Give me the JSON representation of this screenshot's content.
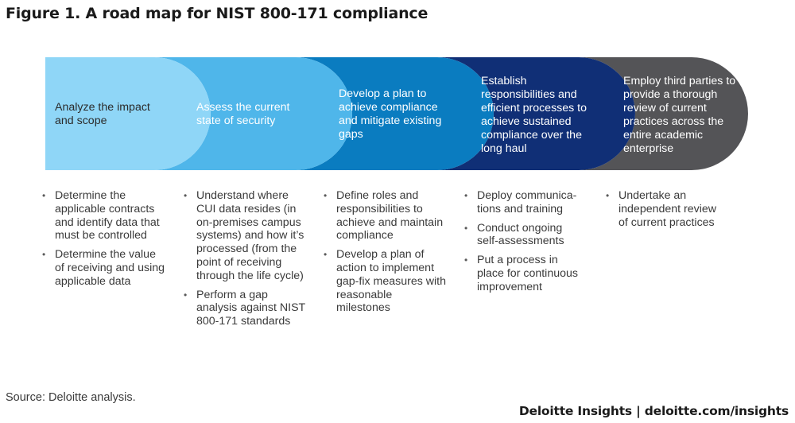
{
  "title": "Figure 1. A road map for NIST 800-171 compliance",
  "steps": [
    {
      "label": "Analyze the impact and scope",
      "color": "#8fd6f7",
      "text_color": "#2b2b2b",
      "bullets": [
        "Determine the applicable contracts and identify data that must be controlled",
        "Determine the value of receiving and using applicable data"
      ]
    },
    {
      "label": "Assess the current state of security",
      "color": "#4fb6ea",
      "text_color": "#ffffff",
      "bullets": [
        "Understand where CUI data resides (in on-premises campus systems) and how it’s processed (from the point of receiving through the life cycle)",
        "Perform a gap analysis against NIST 800-171 standards"
      ]
    },
    {
      "label": "Develop a plan to achieve compliance and mitigate existing gaps",
      "color": "#0a7cc0",
      "text_color": "#ffffff",
      "bullets": [
        "Define roles and responsibilities to achieve and maintain compliance",
        "Develop a plan of action to implement gap-fix measures with reasonable milestones"
      ]
    },
    {
      "label": "Establish responsibilities and efficient processes to achieve sustained compliance over the long haul",
      "color": "#102f76",
      "text_color": "#ffffff",
      "bullets": [
        "Deploy communica-tions and training",
        "Conduct ongoing self-assessments",
        "Put a process in place for continuous improvement"
      ]
    },
    {
      "label": "Employ third parties to provide a thorough review of current practices across the entire academic enterprise",
      "color": "#545457",
      "text_color": "#ffffff",
      "bullets": [
        "Undertake an independent review of current practices"
      ]
    }
  ],
  "source": "Source: Deloitte analysis.",
  "footer": "Deloitte Insights | deloitte.com/insights"
}
